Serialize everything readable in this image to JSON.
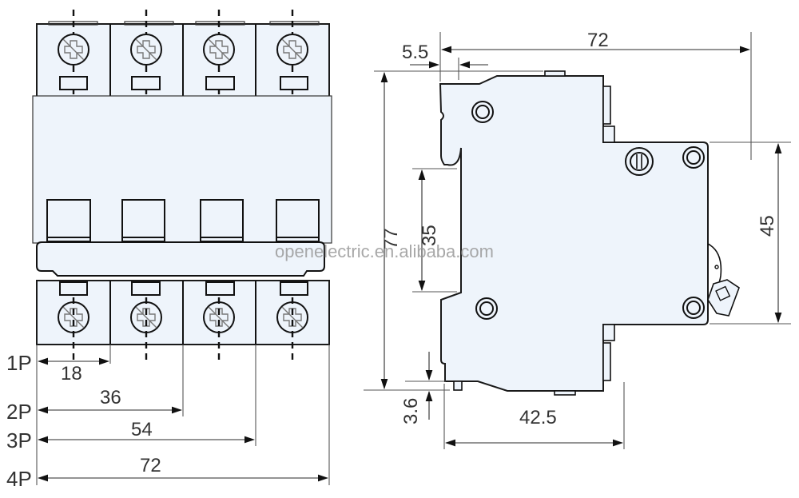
{
  "front_view": {
    "pole_count": 4,
    "pole_labels": [
      "1P",
      "2P",
      "3P",
      "4P"
    ],
    "pole_widths": [
      "18",
      "36",
      "54",
      "72"
    ]
  },
  "side_view": {
    "overall_width": "72",
    "rail_offset": "5.5",
    "overall_height": "77",
    "rail_height": "35",
    "front_height": "45",
    "bottom_offset": "3.6",
    "depth_to_front": "42.5"
  },
  "watermark": "openelectric.en.alibaba.com",
  "colors": {
    "body_fill": "#eef4fb",
    "line": "#1a1a1a",
    "dim_text": "#333333"
  }
}
